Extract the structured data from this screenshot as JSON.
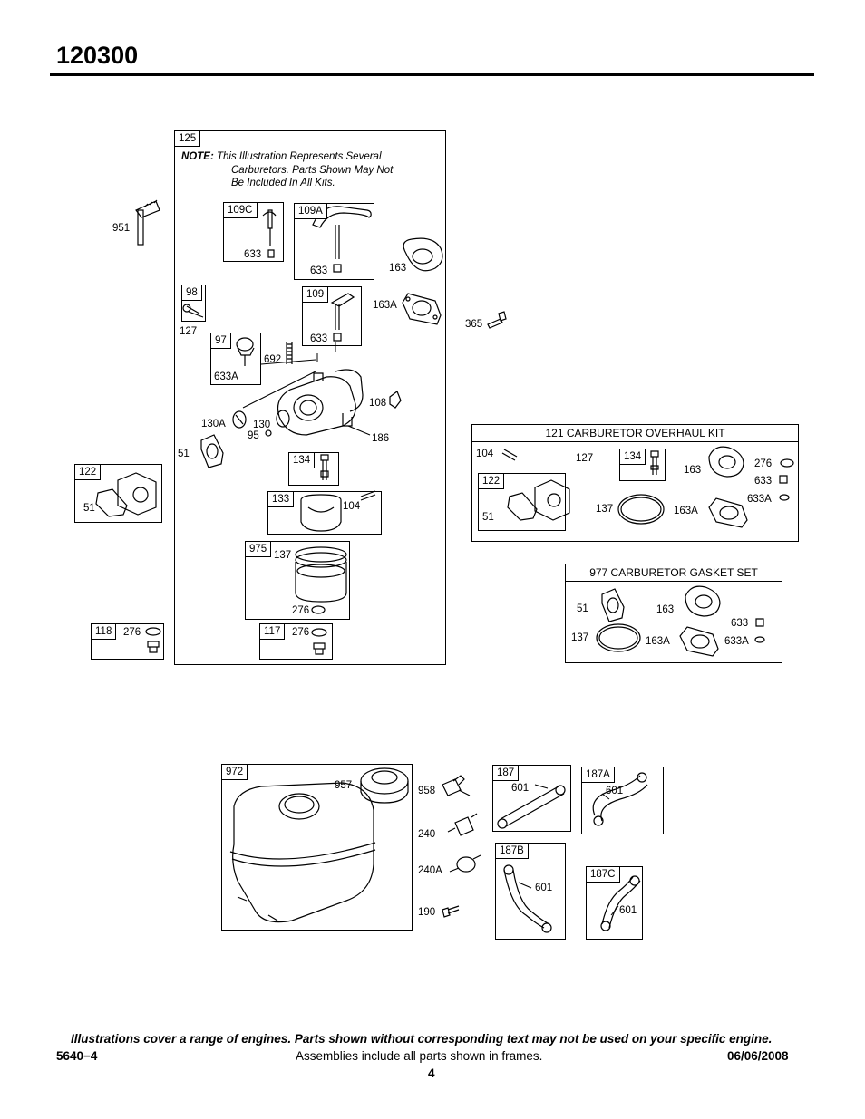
{
  "header": {
    "model": "120300"
  },
  "carb": {
    "frame": "125",
    "note_label": "NOTE:",
    "note_line1": "This Illustration Represents Several",
    "note_line2": "Carburetors. Parts Shown May Not",
    "note_line3": "Be Included In All Kits.",
    "p951": "951",
    "f109C": "109C",
    "f109A": "109A",
    "f109": "109",
    "f98": "98",
    "f97": "97",
    "p633a": "633",
    "p633b": "633",
    "p633c": "633",
    "p163": "163",
    "p163A": "163A",
    "p127": "127",
    "p633A": "633A",
    "p692": "692",
    "p108": "108",
    "p130A": "130A",
    "p130": "130",
    "p95": "95",
    "p186": "186",
    "p51": "51",
    "f134": "134",
    "f133": "133",
    "p104": "104",
    "f975": "975",
    "p137": "137",
    "p276a": "276",
    "f117": "117",
    "p276b": "276",
    "f122": "122",
    "p51b": "51",
    "f118": "118",
    "p276c": "276",
    "p365": "365"
  },
  "kit121": {
    "title": "121 CARBURETOR OVERHAUL KIT",
    "p104": "104",
    "p127": "127",
    "f134": "134",
    "p163": "163",
    "p276": "276",
    "p633": "633",
    "p633A": "633A",
    "f122": "122",
    "p51": "51",
    "p137": "137",
    "p163A": "163A"
  },
  "kit977": {
    "title": "977 CARBURETOR GASKET SET",
    "p51": "51",
    "p163": "163",
    "p633": "633",
    "p137": "137",
    "p163A": "163A",
    "p633A": "633A"
  },
  "fuel": {
    "f972": "972",
    "p957": "957",
    "p958": "958",
    "p240": "240",
    "p240A": "240A",
    "p190": "190",
    "f187": "187",
    "p601a": "601",
    "f187A": "187A",
    "p601b": "601",
    "f187B": "187B",
    "p601c": "601",
    "f187C": "187C",
    "p601d": "601"
  },
  "footer": {
    "disclaimer": "Illustrations cover a range of engines. Parts shown without corresponding text may not be used on your specific engine.",
    "doc_number": "5640−4",
    "assemblies": "Assemblies include all parts shown in frames.",
    "date": "06/06/2008",
    "page": "4"
  }
}
